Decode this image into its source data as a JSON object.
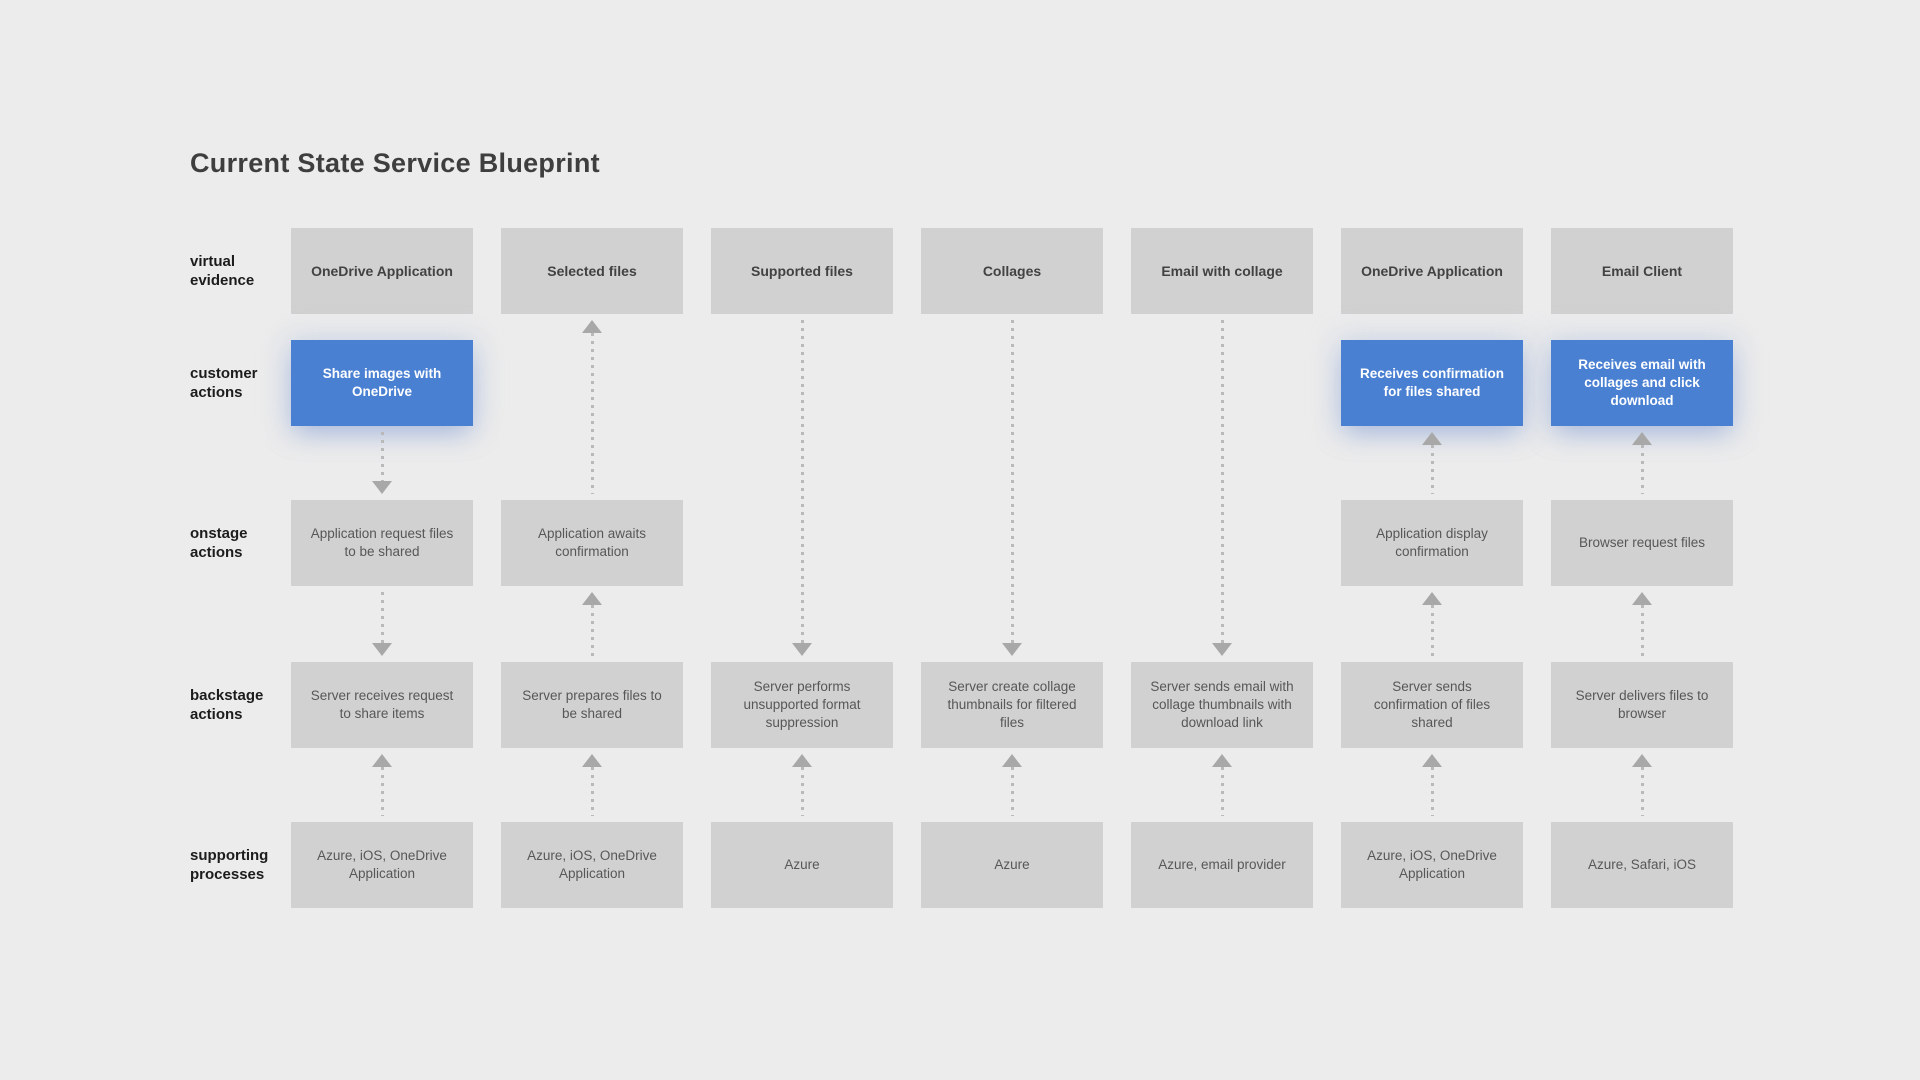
{
  "title": "Current State Service Blueprint",
  "colors": {
    "background": "#ececec",
    "box_gray": "#d1d1d1",
    "accent_blue": "#4a80d2",
    "arrow_gray": "#b9b9b9",
    "header_text": "#424242",
    "body_text": "#575757",
    "label_text": "#1c1c1c",
    "action_text": "#ffffff"
  },
  "rows": [
    {
      "id": "virtual",
      "label": "virtual evidence"
    },
    {
      "id": "customer",
      "label": "customer actions"
    },
    {
      "id": "onstage",
      "label": "onstage actions"
    },
    {
      "id": "backstage",
      "label": "backstage actions"
    },
    {
      "id": "supporting",
      "label": "supporting processes"
    }
  ],
  "columns": [
    {
      "virtual": "OneDrive Application",
      "customer": "Share images with OneDrive",
      "onstage": "Application request files to be shared",
      "backstage": "Server receives request to share items",
      "supporting": "Azure, iOS, OneDrive Application"
    },
    {
      "virtual": "Selected files",
      "onstage": "Application awaits confirmation",
      "backstage": "Server prepares files to be shared",
      "supporting": "Azure, iOS, OneDrive Application"
    },
    {
      "virtual": "Supported files",
      "backstage": "Server performs unsupported format suppression",
      "supporting": "Azure"
    },
    {
      "virtual": "Collages",
      "backstage": "Server create collage thumbnails for filtered files",
      "supporting": "Azure"
    },
    {
      "virtual": "Email with collage",
      "backstage": "Server sends email with collage thumbnails with download link",
      "supporting": "Azure, email provider"
    },
    {
      "virtual": "OneDrive Application",
      "customer": "Receives confirmation for files shared",
      "onstage": "Application display confirmation",
      "backstage": "Server sends confirmation of files shared",
      "supporting": "Azure, iOS, OneDrive Application"
    },
    {
      "virtual": "Email Client",
      "customer": "Receives email with collages and click download",
      "onstage": "Browser request files",
      "backstage": "Server delivers files to browser",
      "supporting": "Azure, Safari, iOS"
    }
  ],
  "arrows": [
    {
      "col": 1,
      "from": "customer",
      "to": "onstage"
    },
    {
      "col": 1,
      "from": "onstage",
      "to": "backstage"
    },
    {
      "col": 2,
      "from": "onstage",
      "to": "virtual"
    },
    {
      "col": 2,
      "from": "backstage",
      "to": "onstage"
    },
    {
      "col": 3,
      "from": "virtual",
      "to": "backstage"
    },
    {
      "col": 4,
      "from": "virtual",
      "to": "backstage"
    },
    {
      "col": 5,
      "from": "virtual",
      "to": "backstage"
    },
    {
      "col": 6,
      "from": "onstage",
      "to": "customer"
    },
    {
      "col": 6,
      "from": "backstage",
      "to": "onstage"
    },
    {
      "col": 7,
      "from": "onstage",
      "to": "customer"
    },
    {
      "col": 7,
      "from": "backstage",
      "to": "onstage"
    },
    {
      "col": 1,
      "from": "supporting",
      "to": "backstage"
    },
    {
      "col": 2,
      "from": "supporting",
      "to": "backstage"
    },
    {
      "col": 3,
      "from": "supporting",
      "to": "backstage"
    },
    {
      "col": 4,
      "from": "supporting",
      "to": "backstage"
    },
    {
      "col": 5,
      "from": "supporting",
      "to": "backstage"
    },
    {
      "col": 6,
      "from": "supporting",
      "to": "backstage"
    },
    {
      "col": 7,
      "from": "supporting",
      "to": "backstage"
    }
  ]
}
